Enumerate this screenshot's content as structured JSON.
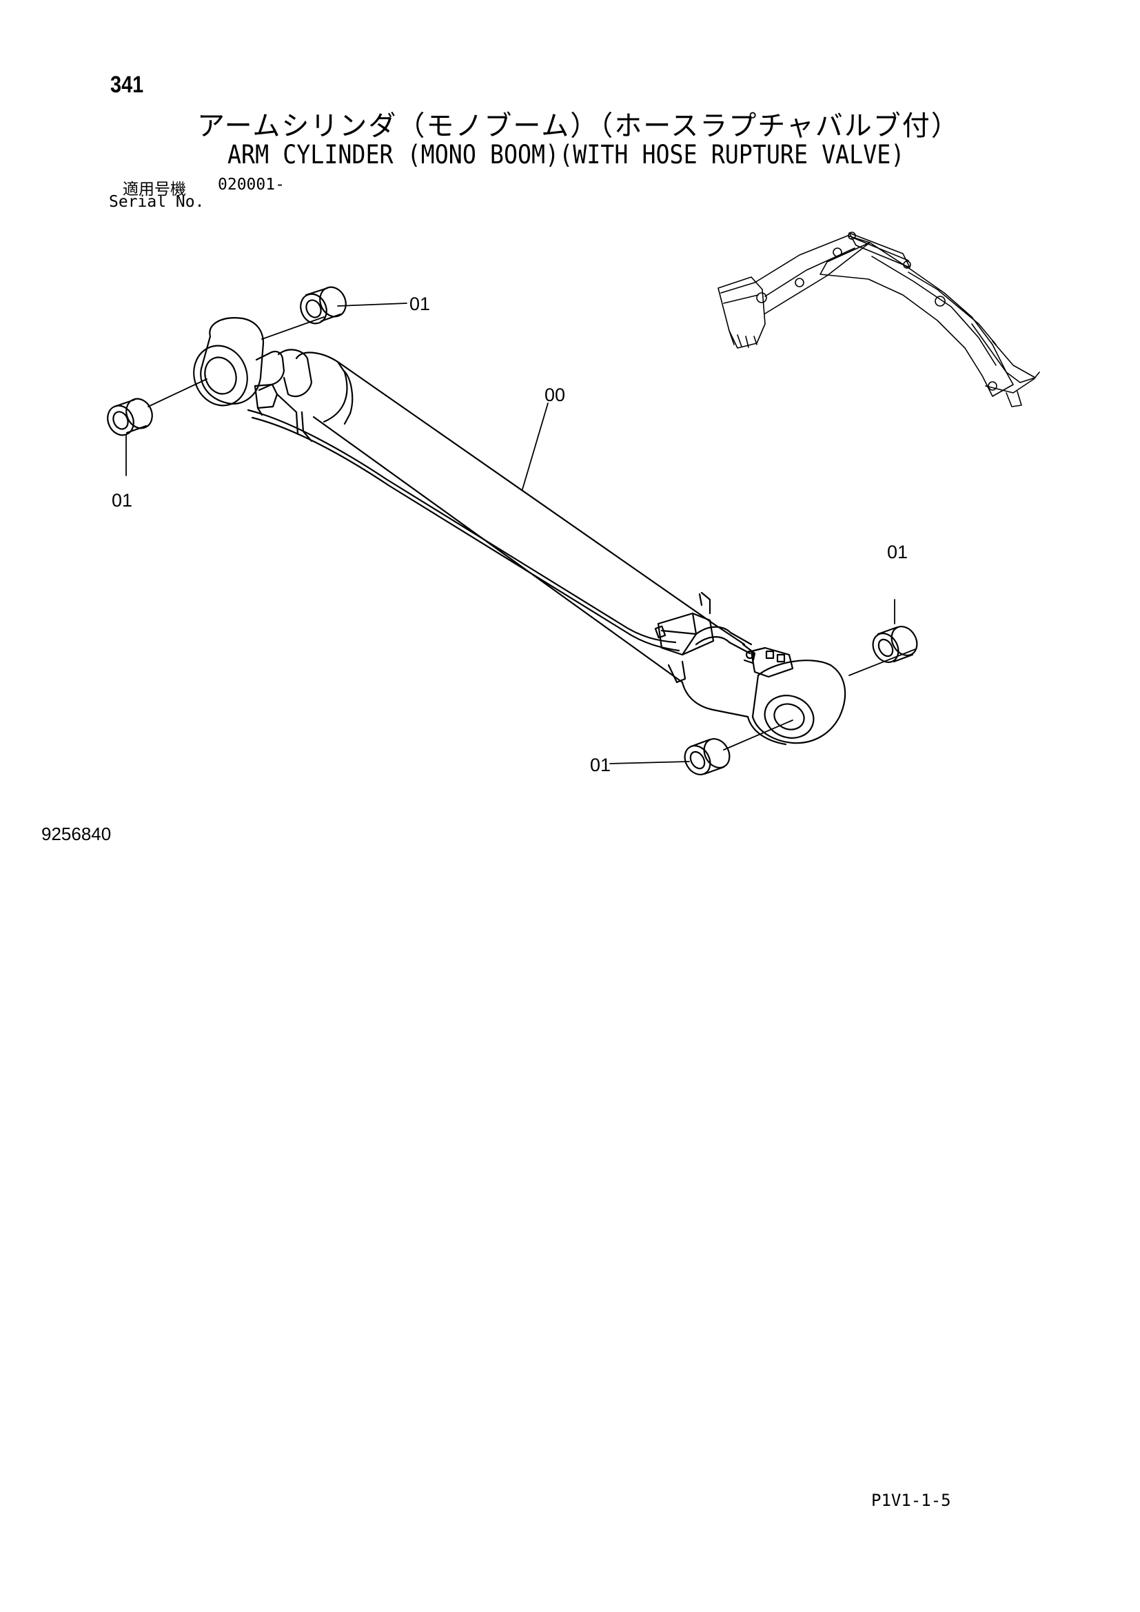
{
  "header": {
    "page_number": "341",
    "title_jp": "アームシリンダ（モノブーム）（ホースラプチャバルブ付）",
    "title_en": "ARM CYLINDER (MONO BOOM)(WITH HOSE RUPTURE VALVE)",
    "serial_label_jp": "適用号機",
    "serial_value": "020001-",
    "serial_label_en": "Serial No."
  },
  "diagram": {
    "callouts": {
      "top_bushing": "01",
      "left_bushing": "01",
      "cylinder_assembly": "00",
      "right_bushing_upper": "01",
      "right_bushing_lower": "01"
    }
  },
  "footer": {
    "figure_number": "9256840",
    "page_code": "P1V1-1-5"
  }
}
